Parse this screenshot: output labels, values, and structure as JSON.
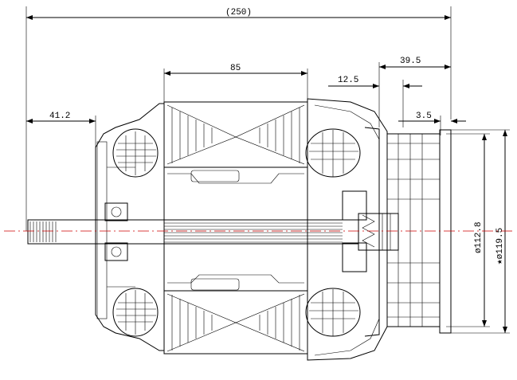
{
  "dimensions": {
    "overall_length": "(250)",
    "stator_length": "85",
    "shaft_extension": "41.2",
    "housing_depth": "39.5",
    "bearing_offset": "12.5",
    "flange_step": "3.5",
    "inner_diameter": "ø112.8",
    "outer_diameter": "★ø119.5"
  },
  "colors": {
    "line": "#000000",
    "centerline": "#cc0000",
    "background": "#ffffff"
  }
}
